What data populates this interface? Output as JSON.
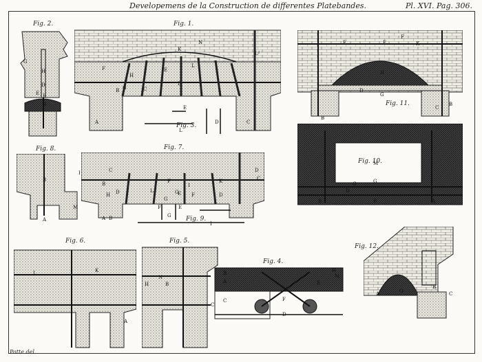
{
  "plate": {
    "title": "Developemens de la Construction de differentes Platebandes.",
    "plate_number": "Pl. XVI. Pag. 306.",
    "signature": "Patte del."
  },
  "figures": [
    {
      "id": "fig2",
      "caption": "Fig. 2."
    },
    {
      "id": "fig1",
      "caption": "Fig. 1."
    },
    {
      "id": "fig11",
      "caption": "Fig. 11."
    },
    {
      "id": "fig3",
      "caption": "Fig. 3."
    },
    {
      "id": "fig10",
      "caption": "Fig. 10."
    },
    {
      "id": "fig8",
      "caption": "Fig. 8."
    },
    {
      "id": "fig7",
      "caption": "Fig. 7."
    },
    {
      "id": "fig9",
      "caption": "Fig. 9."
    },
    {
      "id": "fig6",
      "caption": "Fig. 6."
    },
    {
      "id": "fig5",
      "caption": "Fig. 5."
    },
    {
      "id": "fig4",
      "caption": "Fig. 4."
    },
    {
      "id": "fig12",
      "caption": "Fig. 12."
    }
  ],
  "letters": {
    "fig1": [
      "N",
      "K",
      "F",
      "E",
      "L",
      "D",
      "H",
      "G",
      "C",
      "B",
      "A",
      "C",
      "L²"
    ],
    "fig2": [
      "G",
      "H",
      "D",
      "E",
      "B",
      "E"
    ],
    "fig3": [
      "E",
      "L",
      "D"
    ],
    "fig11": [
      "B",
      "A",
      "F",
      "F",
      "K",
      "H",
      "D",
      "G",
      "C",
      "B",
      "F"
    ],
    "fig10": [
      "M",
      "G",
      "B",
      "D",
      "G",
      "B",
      "A"
    ],
    "fig7": [
      "C",
      "B",
      "D",
      "H",
      "L",
      "F",
      "I",
      "K",
      "G",
      "B",
      "A",
      "C",
      "D",
      "G",
      "E",
      "F",
      "D"
    ],
    "fig8": [
      "E",
      "B",
      "M",
      "A"
    ],
    "fig9": [
      "F",
      "G",
      "E",
      "I"
    ],
    "fig6": [
      "L",
      "K",
      "A"
    ],
    "fig5": [
      "H",
      "N",
      "B",
      "C"
    ],
    "fig4": [
      "B",
      "A",
      "H",
      "M",
      "E",
      "C",
      "F",
      "D"
    ],
    "fig12": [
      "O",
      "A",
      "B",
      "C"
    ]
  }
}
